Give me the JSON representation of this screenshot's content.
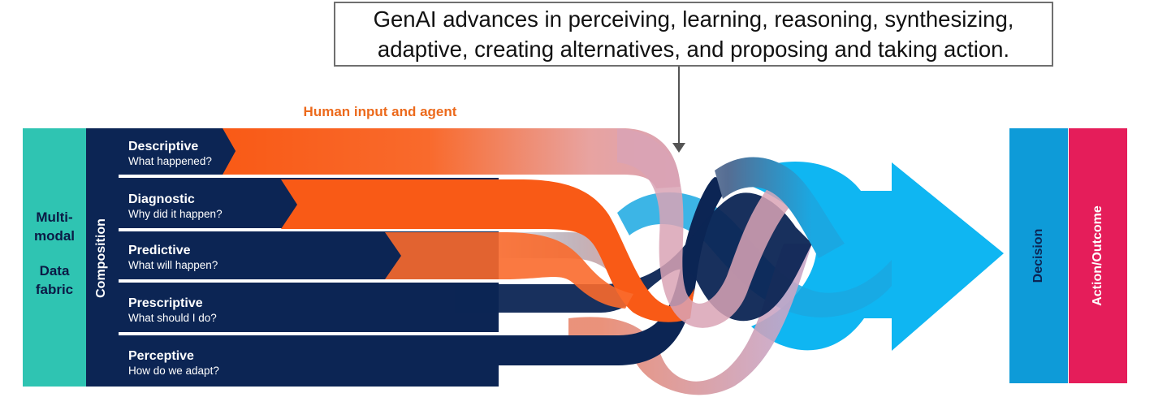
{
  "callout": {
    "line1": "GenAI advances in perceiving, learning, reasoning, synthesizing,",
    "line2": "adaptive, creating alternatives, and proposing and taking action."
  },
  "human_input_label": "Human input and agent",
  "left_panel": {
    "line1": "Multi-",
    "line2": "modal",
    "line3": "Data",
    "line4": "fabric"
  },
  "composition_label": "Composition",
  "rows": [
    {
      "title": "Descriptive",
      "subtitle": "What happened?"
    },
    {
      "title": "Diagnostic",
      "subtitle": "Why did it happen?"
    },
    {
      "title": "Predictive",
      "subtitle": "What will happen?"
    },
    {
      "title": "Prescriptive",
      "subtitle": "What should I do?"
    },
    {
      "title": "Perceptive",
      "subtitle": "How do we adapt?"
    }
  ],
  "right_boxes": {
    "decision": "Decision",
    "action": "Action/Outcome"
  },
  "colors": {
    "navy": "#0c2554",
    "orange": "#f95a16",
    "teal": "#2fc4b2",
    "blue": "#1aa8e2",
    "light_blue": "#0fb6f2",
    "decision_blue": "#0e9bd8",
    "action_pink": "#e51d5a",
    "callout_border": "#6f6f6f"
  }
}
